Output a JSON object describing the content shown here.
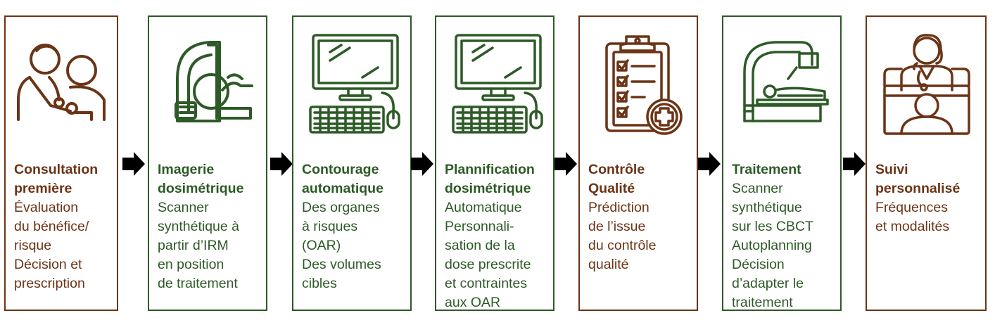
{
  "colors": {
    "brown": "#6b3416",
    "green": "#2d5a27",
    "arrow": "#000000"
  },
  "steps": [
    {
      "title": [
        "Consultation",
        "première"
      ],
      "desc": [
        "Évaluation",
        "du bénéfice/",
        "risque",
        "Décision et",
        "prescription"
      ],
      "icon": "doctor-patient-icon",
      "color": "brown"
    },
    {
      "title": [
        "Imagerie",
        "dosimétrique"
      ],
      "desc": [
        "Scanner",
        "synthétique à",
        "partir d’IRM",
        "en position",
        "de traitement"
      ],
      "icon": "mri-scanner-icon",
      "color": "green"
    },
    {
      "title": [
        "Contourage",
        "automatique"
      ],
      "desc": [
        "Des organes",
        "à risques",
        "(OAR)",
        "Des volumes",
        "cibles"
      ],
      "icon": "computer-icon",
      "color": "green"
    },
    {
      "title": [
        "Plannification",
        "dosimétrique"
      ],
      "desc": [
        "Automatique",
        "Personnali-",
        "sation de la",
        "dose prescrite",
        "et contraintes",
        "aux OAR"
      ],
      "icon": "computer-icon",
      "color": "green"
    },
    {
      "title": [
        "Contrôle",
        "Qualité"
      ],
      "desc": [
        "Prédiction",
        "de l’issue",
        "du contrôle",
        "qualité"
      ],
      "icon": "clipboard-checklist-icon",
      "color": "brown"
    },
    {
      "title": [
        "Traitement"
      ],
      "desc": [
        "Scanner",
        "synthétique",
        "sur les CBCT",
        "Autoplanning",
        "Décision",
        "d’adapter le",
        "traitement"
      ],
      "icon": "treatment-machine-icon",
      "color": "green"
    },
    {
      "title": [
        "Suivi",
        "personnalisé"
      ],
      "desc": [
        "Fréquences",
        "et modalités"
      ],
      "icon": "doctor-desk-icon",
      "color": "brown"
    }
  ]
}
